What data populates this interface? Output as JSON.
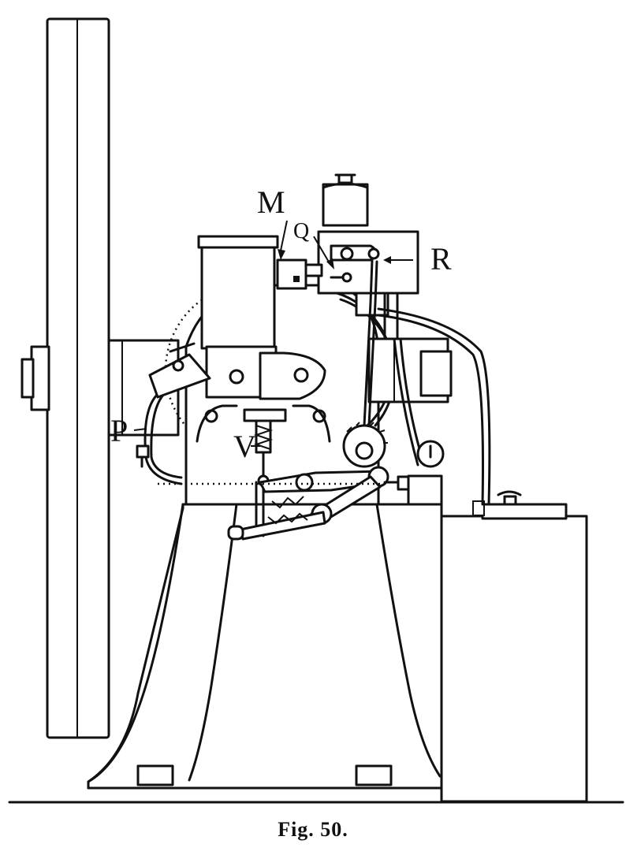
{
  "labels": {
    "M": "M",
    "Q": "Q",
    "R": "R",
    "P": "P",
    "V": "V"
  },
  "caption": "Fig. 50."
}
